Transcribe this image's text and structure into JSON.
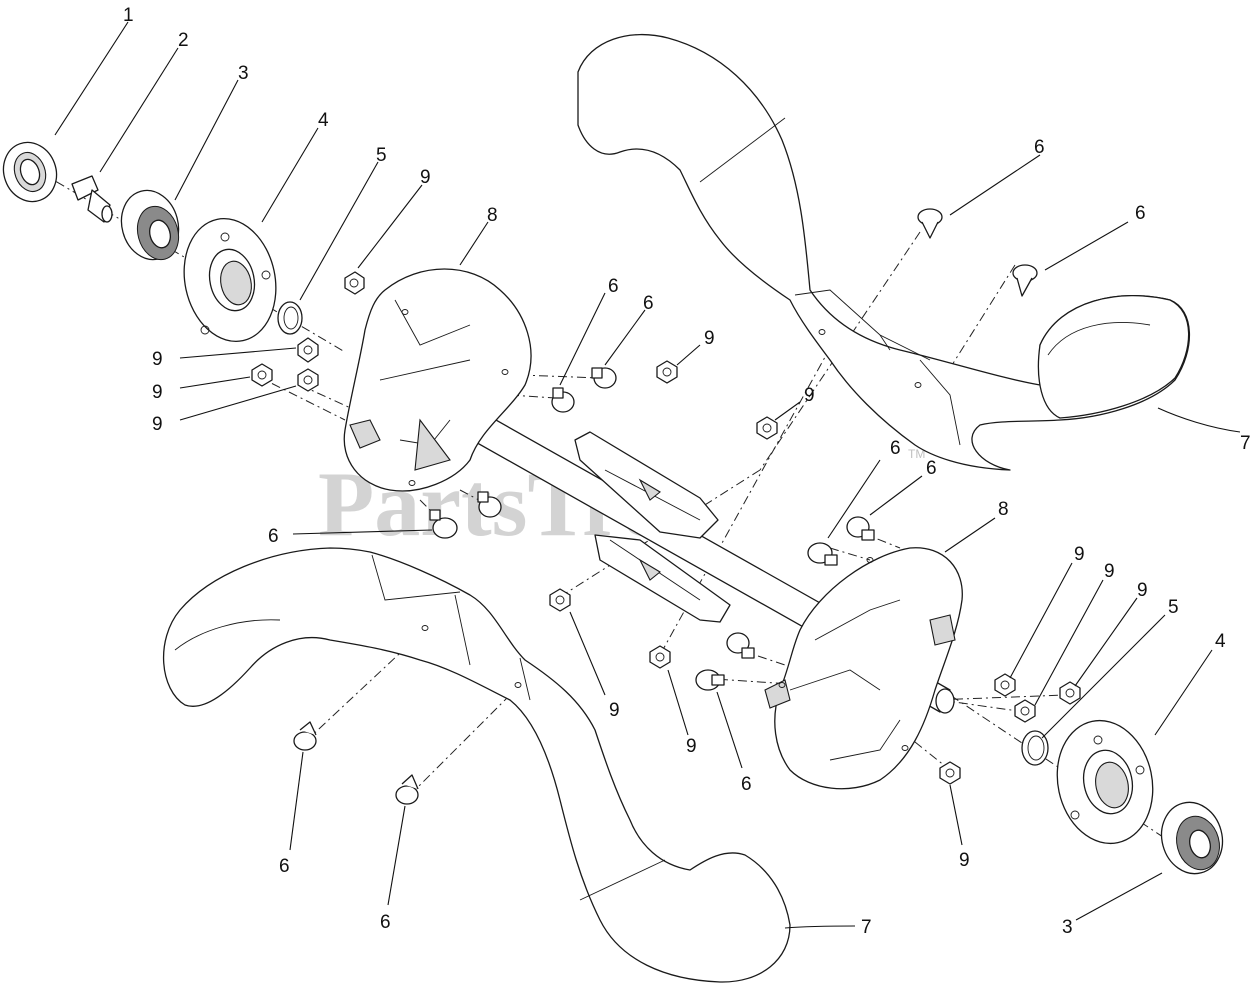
{
  "watermark": {
    "text": "PartsTree",
    "trademark": "TM"
  },
  "callouts": {
    "c1": "1",
    "c2": "2",
    "c3a": "3",
    "c4a": "4",
    "c5a": "5",
    "c9a": "9",
    "c8a": "8",
    "c6a": "6",
    "c6b": "6",
    "c9b": "9",
    "c9c": "9",
    "c9d": "9",
    "c9e": "9",
    "c6c": "6",
    "c6d": "6",
    "c9f": "9",
    "c7a": "7",
    "c6e": "6",
    "c6f": "6",
    "c8b": "8",
    "c6g": "6",
    "c9g": "9",
    "c9h": "9",
    "c9i": "9",
    "c5b": "5",
    "c4b": "4",
    "c9j": "9",
    "c9k": "9",
    "c6h": "6",
    "c9l": "9",
    "c6i": "6",
    "c6j": "6",
    "c3b": "3",
    "c7b": "7"
  }
}
